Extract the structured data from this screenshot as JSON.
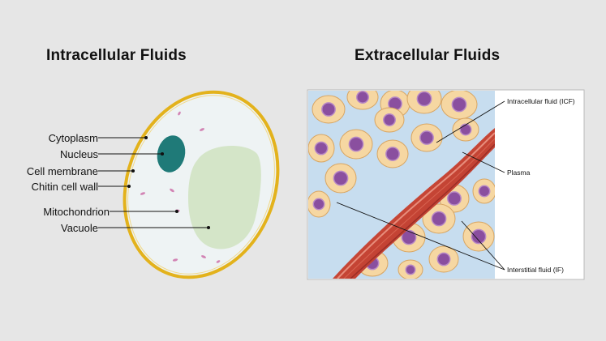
{
  "titles": {
    "left": "Intracellular Fluids",
    "right": "Extracellular Fluids"
  },
  "cell_labels": {
    "cytoplasm": "Cytoplasm",
    "nucleus": "Nucleus",
    "cell_membrane": "Cell membrane",
    "chitin_cell_wall": "Chitin cell wall",
    "mitochondrion": "Mitochondrion",
    "vacuole": "Vacuole"
  },
  "tissue_labels": {
    "icf": "Intracellular fluid (ICF)",
    "plasma": "Plasma",
    "interstitial": "Interstitial fluid (IF)"
  },
  "colors": {
    "background": "#e6e6e6",
    "cell_wall": "#e3b21c",
    "nucleus": "#1f7a78",
    "vacuole": "#d4e5c8",
    "mitochondria": "#d283b4",
    "interstitial_fluid": "#c7ddef",
    "blood_vessel": "#c94a3a",
    "tissue_cell": "#f6d7a2",
    "tissue_nucleus": "#8a4f9f"
  }
}
